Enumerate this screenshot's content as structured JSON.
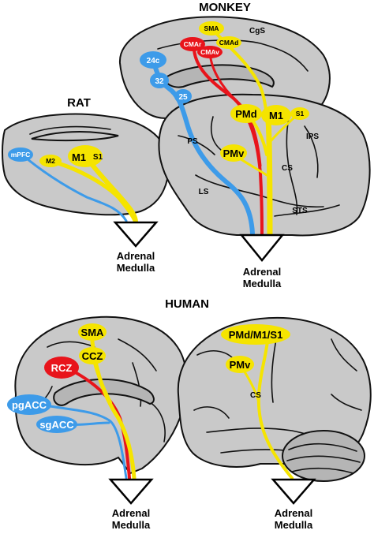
{
  "colors": {
    "blue_pathway": "#3d9be9",
    "yellow_pathway": "#f5e400",
    "red_pathway": "#e8141b",
    "brain_fill": "#c9c9c9"
  },
  "rat": {
    "title": "RAT",
    "label_mpfc": "mPFC",
    "label_m2": "M2",
    "label_m1": "M1",
    "label_s1": "S1",
    "output_line1": "Adrenal",
    "output_line2": "Medulla"
  },
  "monkey": {
    "title": "MONKEY",
    "label_sma": "SMA",
    "label_cgs": "CgS",
    "label_cmar": "CMAr",
    "label_cmad": "CMAd",
    "label_cmav": "CMAv",
    "label_24c": "24c",
    "label_32": "32",
    "label_25": "25",
    "label_pmd": "PMd",
    "label_m1": "M1",
    "label_s1": "S1",
    "label_ips": "IPS",
    "label_ps": "PS",
    "label_pmv": "PMv",
    "label_cs": "CS",
    "label_ls": "LS",
    "label_sts": "STS",
    "output_line1": "Adrenal",
    "output_line2": "Medulla"
  },
  "human": {
    "title": "HUMAN",
    "label_sma": "SMA",
    "label_ccz": "CCZ",
    "label_rcz": "RCZ",
    "label_pgacc": "pgACC",
    "label_sgacc": "sgACC",
    "label_pmd_m1_s1": "PMd/M1/S1",
    "label_pmv": "PMv",
    "label_cs": "CS",
    "medial_output_line1": "Adrenal",
    "medial_output_line2": "Medulla",
    "lateral_output_line1": "Adrenal",
    "lateral_output_line2": "Medulla"
  }
}
